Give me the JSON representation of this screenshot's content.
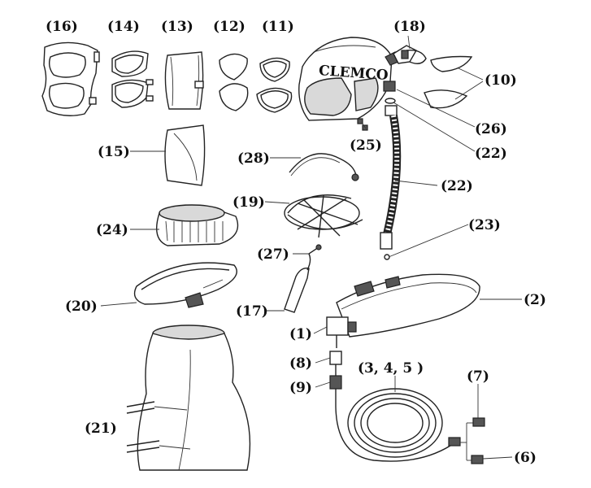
{
  "diagram": {
    "parts": [
      {
        "id": "lbl-16",
        "text": "(16)",
        "part": "lens-frame-gasket"
      },
      {
        "id": "lbl-14",
        "text": "(14)",
        "part": "inner-lens-frame"
      },
      {
        "id": "lbl-13",
        "text": "(13)",
        "part": "outer-lens"
      },
      {
        "id": "lbl-12",
        "text": "(12)",
        "part": "inner-lens"
      },
      {
        "id": "lbl-11",
        "text": "(11)",
        "part": "lens-gasket"
      },
      {
        "id": "lbl-18",
        "text": "(18)",
        "part": "lens-clip"
      },
      {
        "id": "lbl-10",
        "text": "(10)",
        "part": "window-frame"
      },
      {
        "id": "lbl-26",
        "text": "(26)",
        "part": "hose-coupling"
      },
      {
        "id": "lbl-22a",
        "text": "(22)",
        "part": "o-ring"
      },
      {
        "id": "lbl-22b",
        "text": "(22)",
        "part": "breathing-tube"
      },
      {
        "id": "lbl-25",
        "text": "(25)",
        "part": "tube-clips"
      },
      {
        "id": "lbl-15",
        "text": "(15)",
        "part": "tear-off-lens"
      },
      {
        "id": "lbl-28",
        "text": "(28)",
        "part": "head-band"
      },
      {
        "id": "lbl-19",
        "text": "(19)",
        "part": "suspension-assembly"
      },
      {
        "id": "lbl-24",
        "text": "(24)",
        "part": "inner-collar"
      },
      {
        "id": "lbl-23",
        "text": "(23)",
        "part": "o-ring-small"
      },
      {
        "id": "lbl-27",
        "text": "(27)",
        "part": "chin-strap-screw"
      },
      {
        "id": "lbl-20",
        "text": "(20)",
        "part": "collar-clamp"
      },
      {
        "id": "lbl-17",
        "text": "(17)",
        "part": "chin-strap"
      },
      {
        "id": "lbl-2",
        "text": "(2)",
        "part": "belt"
      },
      {
        "id": "lbl-1",
        "text": "(1)",
        "part": "flow-control-valve"
      },
      {
        "id": "lbl-8",
        "text": "(8)",
        "part": "fitting-upper"
      },
      {
        "id": "lbl-9",
        "text": "(9)",
        "part": "fitting-lower"
      },
      {
        "id": "lbl-345",
        "text": "(3, 4, 5 )",
        "part": "air-supply-hose"
      },
      {
        "id": "lbl-7",
        "text": "(7)",
        "part": "coupling-male"
      },
      {
        "id": "lbl-6",
        "text": "(6)",
        "part": "coupling-female"
      },
      {
        "id": "lbl-21",
        "text": "(21)",
        "part": "cape"
      }
    ],
    "helmet_brand": "CLEMCO"
  }
}
